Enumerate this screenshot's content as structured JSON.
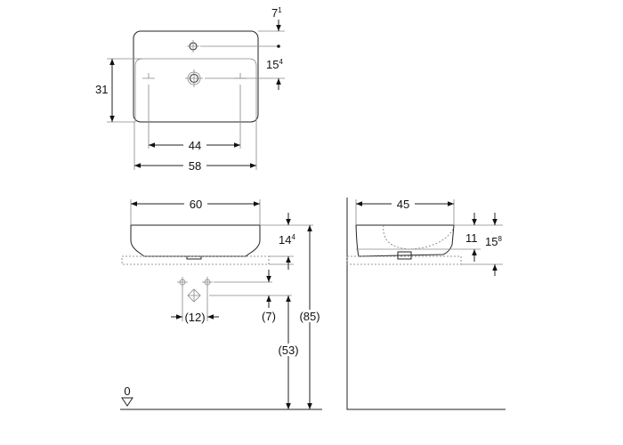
{
  "top_view": {
    "dims": {
      "depth_top": {
        "main": "7",
        "sup": "1"
      },
      "tap_to_drain": {
        "main": "15",
        "sup": "4"
      },
      "basin_depth": {
        "main": "31"
      },
      "overflow_spacing": {
        "main": "44"
      },
      "width": {
        "main": "58"
      }
    }
  },
  "front_view": {
    "dims": {
      "width": {
        "main": "60"
      },
      "height": {
        "main": "14",
        "sup": "4"
      },
      "drain_spacing": {
        "main": "(12)"
      },
      "drain_offset": {
        "main": "(7)"
      },
      "drain_height": {
        "main": "(53)"
      },
      "top_height": {
        "main": "(85)"
      },
      "floor_level": {
        "main": "0"
      }
    }
  },
  "side_view": {
    "dims": {
      "depth": {
        "main": "45"
      },
      "bowl_height": {
        "main": "11"
      },
      "total_height": {
        "main": "15",
        "sup": "8"
      }
    }
  }
}
